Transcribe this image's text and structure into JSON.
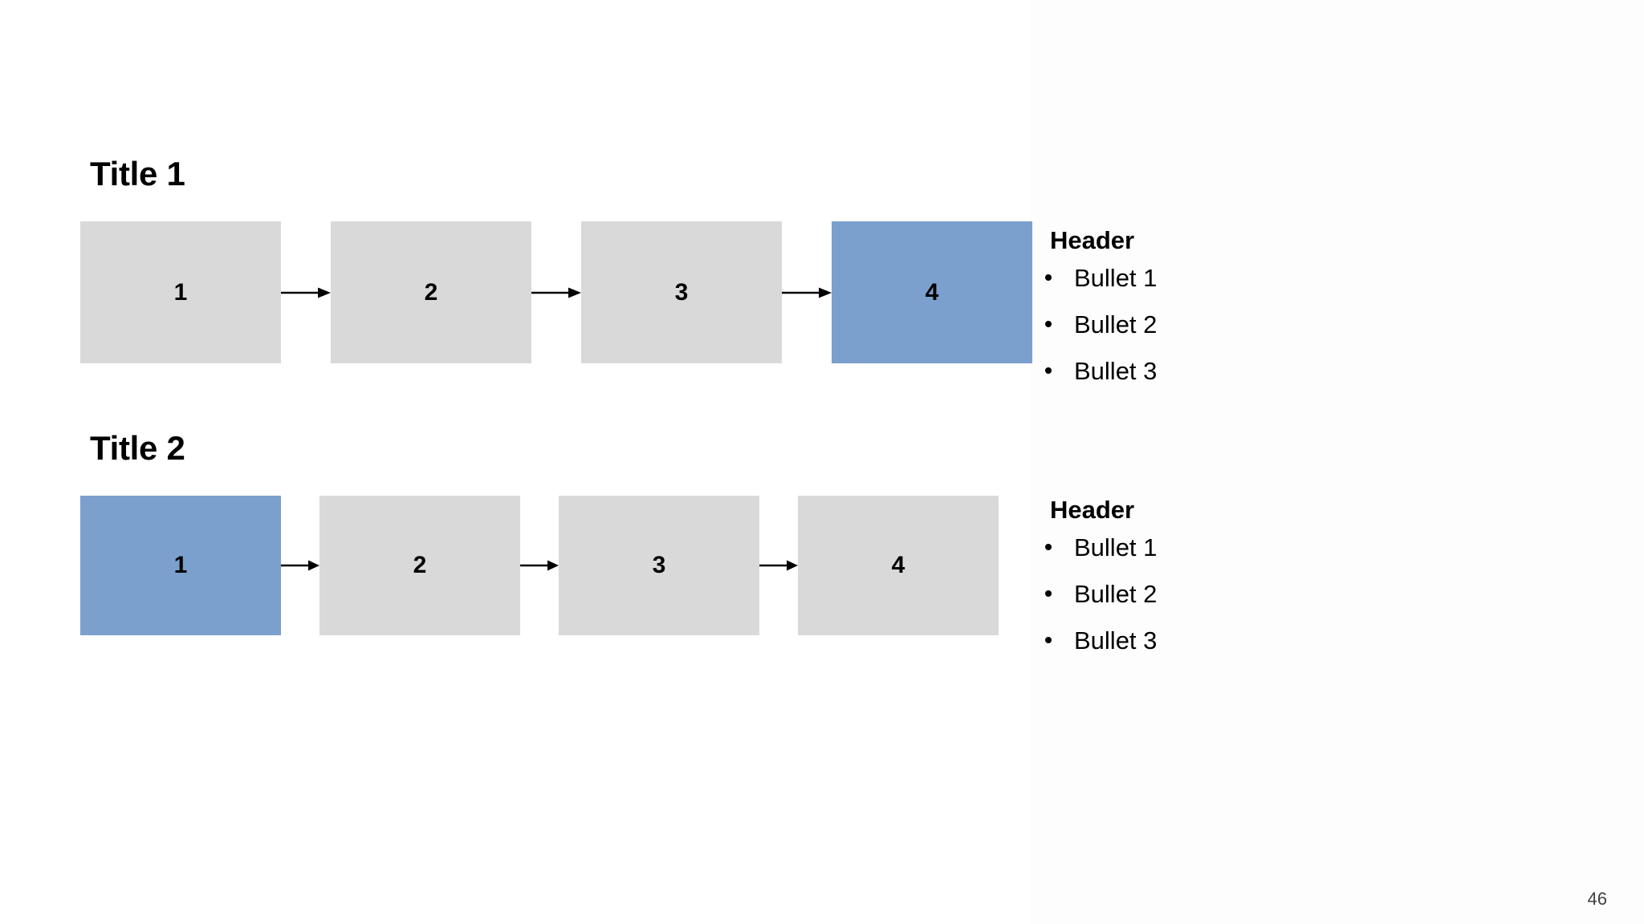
{
  "slide": {
    "page_number": "46",
    "background_color": "#ffffff",
    "accent_color": "#7ba0cd",
    "node_color": "#d9d9d9",
    "text_color": "#000000"
  },
  "rows": [
    {
      "title": "Title 1",
      "nodes": [
        {
          "label": "1",
          "highlighted": false
        },
        {
          "label": "2",
          "highlighted": false
        },
        {
          "label": "3",
          "highlighted": false
        },
        {
          "label": "4",
          "highlighted": true
        }
      ],
      "info": {
        "header": "Header",
        "bullets": [
          "Bullet 1",
          "Bullet 2",
          "Bullet 3"
        ]
      }
    },
    {
      "title": "Title 2",
      "nodes": [
        {
          "label": "1",
          "highlighted": true
        },
        {
          "label": "2",
          "highlighted": false
        },
        {
          "label": "3",
          "highlighted": false
        },
        {
          "label": "4",
          "highlighted": false
        }
      ],
      "info": {
        "header": "Header",
        "bullets": [
          "Bullet 1",
          "Bullet 2",
          "Bullet 3"
        ]
      }
    }
  ]
}
